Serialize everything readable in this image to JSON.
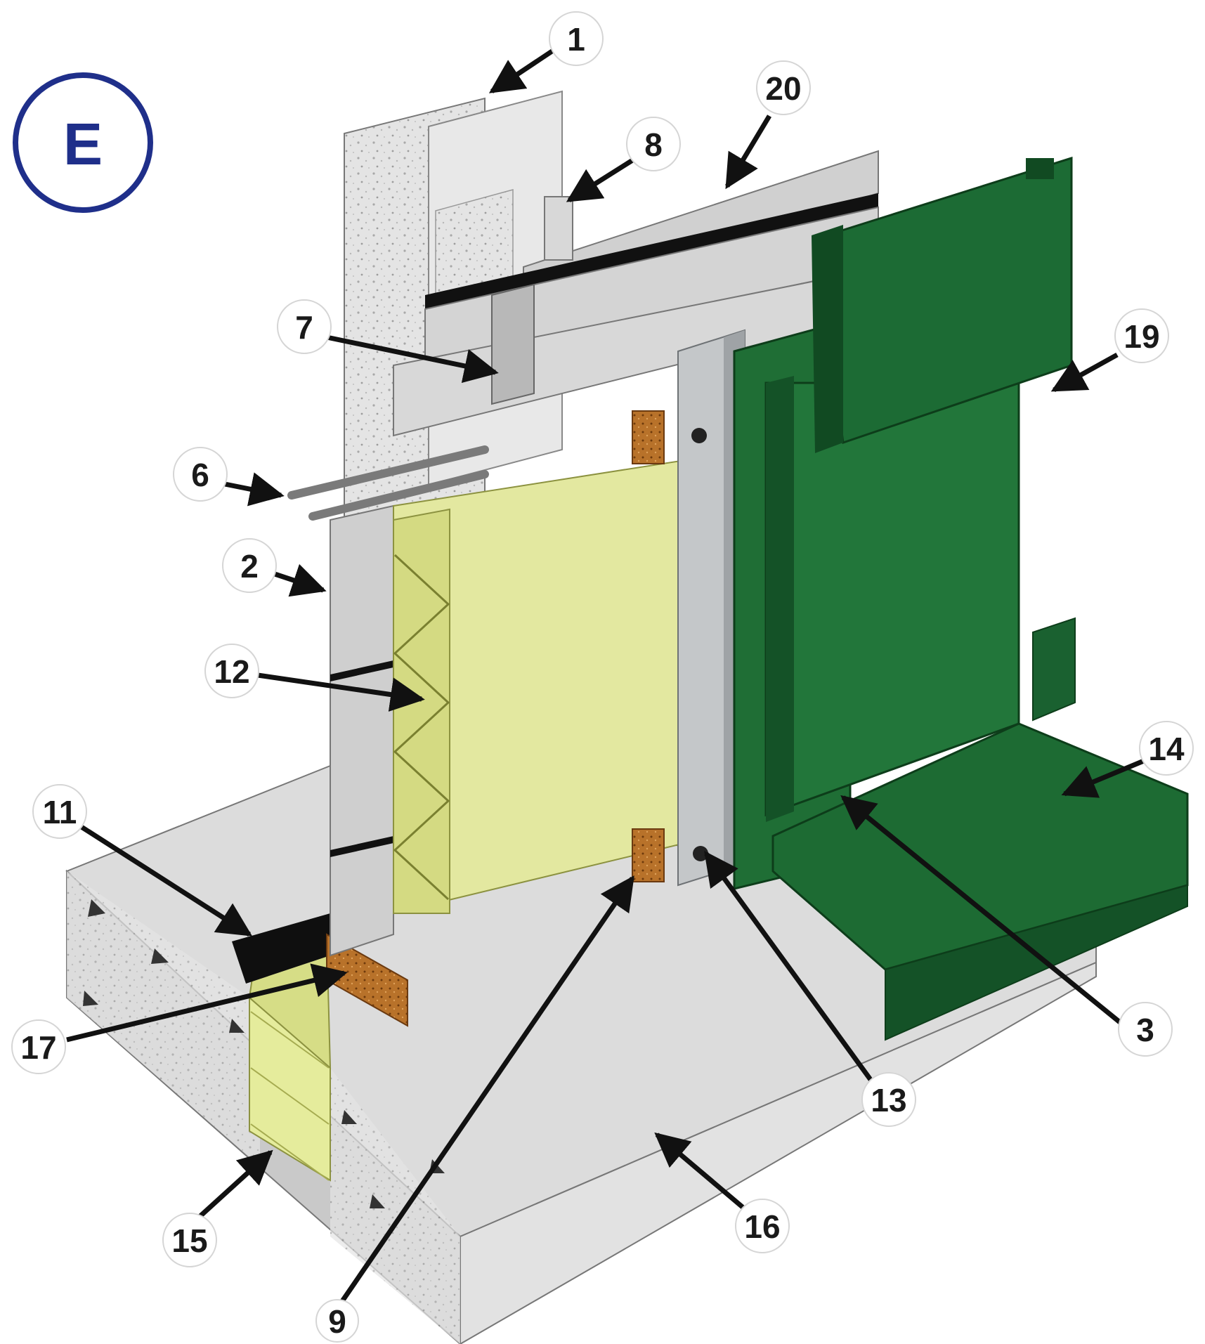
{
  "badge": {
    "letter": "E",
    "color": "#1f2f8a"
  },
  "colors": {
    "green_panel": "#1f6e35",
    "green_dark": "#114a22",
    "insulation": "#dfe59a",
    "concrete": "#d6d6d6",
    "steel": "#c4c7c9",
    "rubber": "#111111",
    "wood": "#b4742a"
  },
  "callouts": [
    {
      "id": "c1",
      "label": "1"
    },
    {
      "id": "c2",
      "label": "2"
    },
    {
      "id": "c3",
      "label": "3"
    },
    {
      "id": "c6",
      "label": "6"
    },
    {
      "id": "c7",
      "label": "7"
    },
    {
      "id": "c8",
      "label": "8"
    },
    {
      "id": "c9",
      "label": "9"
    },
    {
      "id": "c11",
      "label": "11"
    },
    {
      "id": "c12",
      "label": "12"
    },
    {
      "id": "c13",
      "label": "13"
    },
    {
      "id": "c14",
      "label": "14"
    },
    {
      "id": "c15",
      "label": "15"
    },
    {
      "id": "c16",
      "label": "16"
    },
    {
      "id": "c17",
      "label": "17"
    },
    {
      "id": "c19",
      "label": "19"
    },
    {
      "id": "c20",
      "label": "20"
    }
  ]
}
